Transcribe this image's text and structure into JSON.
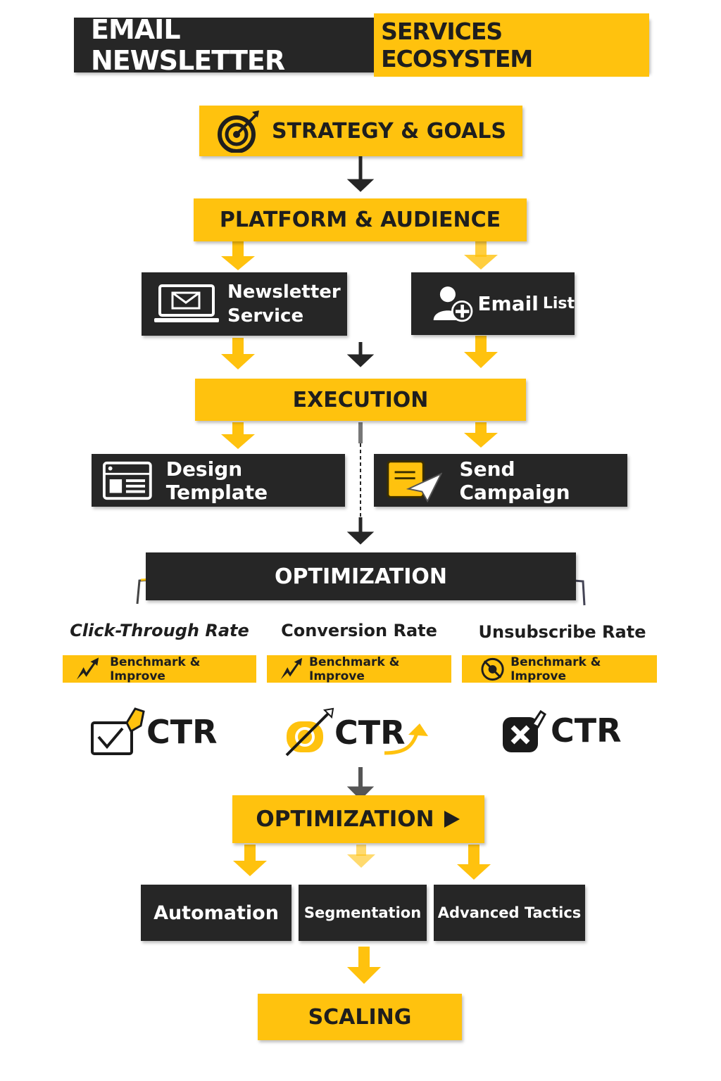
{
  "title": {
    "part1": "EMAIL NEWSLETTER",
    "part2": "SERVICES ECOSYSTEM"
  },
  "stages": {
    "strategy": "STRATEGY & GOALS",
    "platform": "PLATFORM & AUDIENCE",
    "newsletter_service": [
      "Newsletter",
      "Service"
    ],
    "email_list": {
      "main": "Email",
      "sub": "List"
    },
    "execution": "EXECUTION",
    "design_template": "Design Template",
    "send_campaign": "Send Campaign",
    "optimization": "OPTIMIZATION",
    "optimization2": "OPTIMIZATION",
    "automation": "Automation",
    "segmentation": "Segmentation",
    "advanced": "Advanced Tactics",
    "scaling": "SCALING"
  },
  "metrics": [
    {
      "label": "Click-Through Rate",
      "badge": "Benchmark & Improve",
      "ctr": "CTR"
    },
    {
      "label": "Conversion Rate",
      "badge": "Benchmark & Improve",
      "ctr": "CTR"
    },
    {
      "label": "Unsubscribe Rate",
      "badge": "Benchmark & Improve",
      "ctr": "CTR"
    }
  ],
  "colors": {
    "yellow": "#FFC20E",
    "dark": "#262626"
  }
}
